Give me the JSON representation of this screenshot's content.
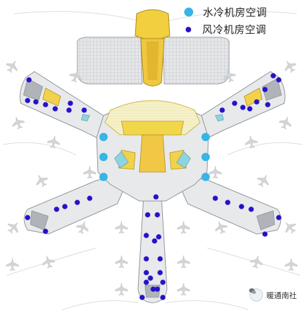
{
  "legend": {
    "water_label": "水冷机房空调",
    "air_label": "风冷机房空调",
    "water_color": "#36b5e6",
    "air_color": "#2612c8"
  },
  "watermark": {
    "text": "暖通南社",
    "icon": "wechat-icon"
  },
  "map": {
    "counts": {
      "water_cooled_rooms": 6,
      "air_cooled_rooms": 46
    }
  }
}
